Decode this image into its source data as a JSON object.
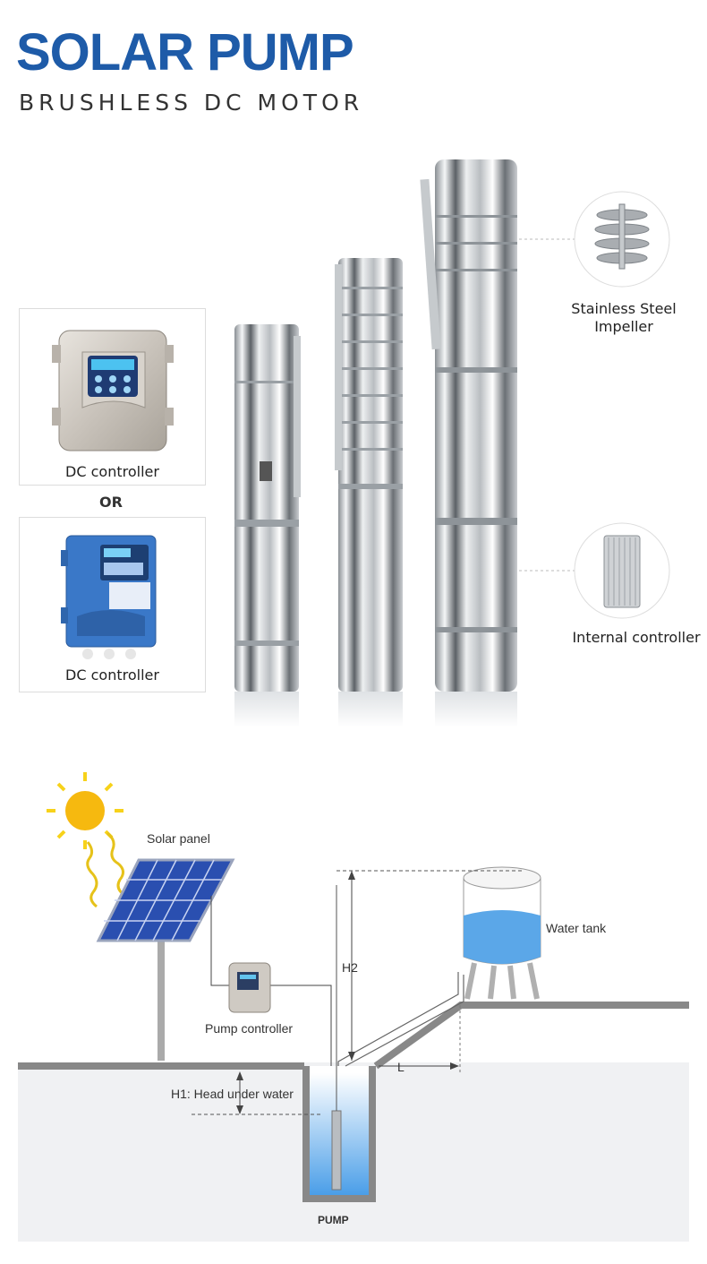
{
  "header": {
    "title": "SOLAR PUMP",
    "subtitle": "BRUSHLESS DC MOTOR"
  },
  "controllers": {
    "option1_label": "DC controller",
    "or_label": "OR",
    "option2_label": "DC controller"
  },
  "callouts": {
    "impeller": [
      "Stainless Steel",
      "Impeller"
    ],
    "internal_controller": "Internal controller"
  },
  "diagram": {
    "solar_panel": "Solar panel",
    "water_tank": "Water tank",
    "h2": "H2",
    "pump_controller": "Pump controller",
    "h1": "H1: Head under water",
    "l": "L",
    "pump": "PUMP"
  },
  "colors": {
    "brand_blue": "#1e5ba8",
    "water_blue": "#5ba7e8",
    "sun_yellow": "#f6c21a",
    "panel_blue": "#3d63c9"
  }
}
